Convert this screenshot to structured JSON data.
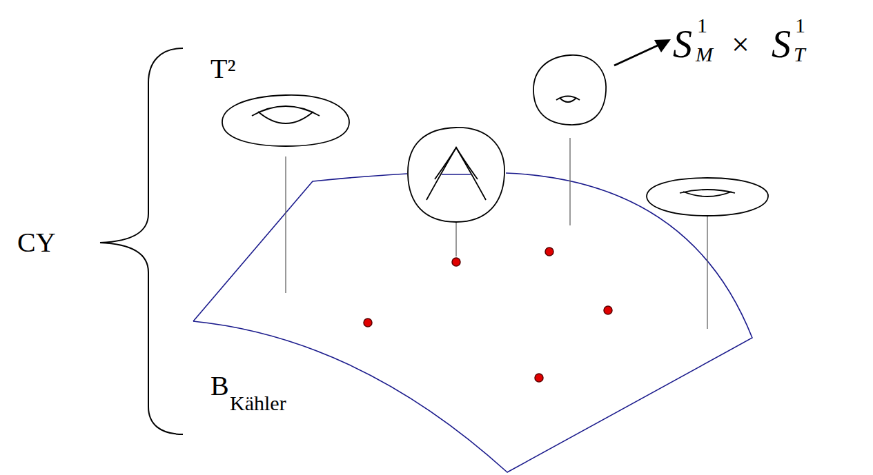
{
  "diagram": {
    "labels": [
      "T²",
      "CY",
      "B",
      "Kähler",
      "S",
      "1",
      "M",
      "×",
      "S",
      "1",
      "T"
    ]
  }
}
